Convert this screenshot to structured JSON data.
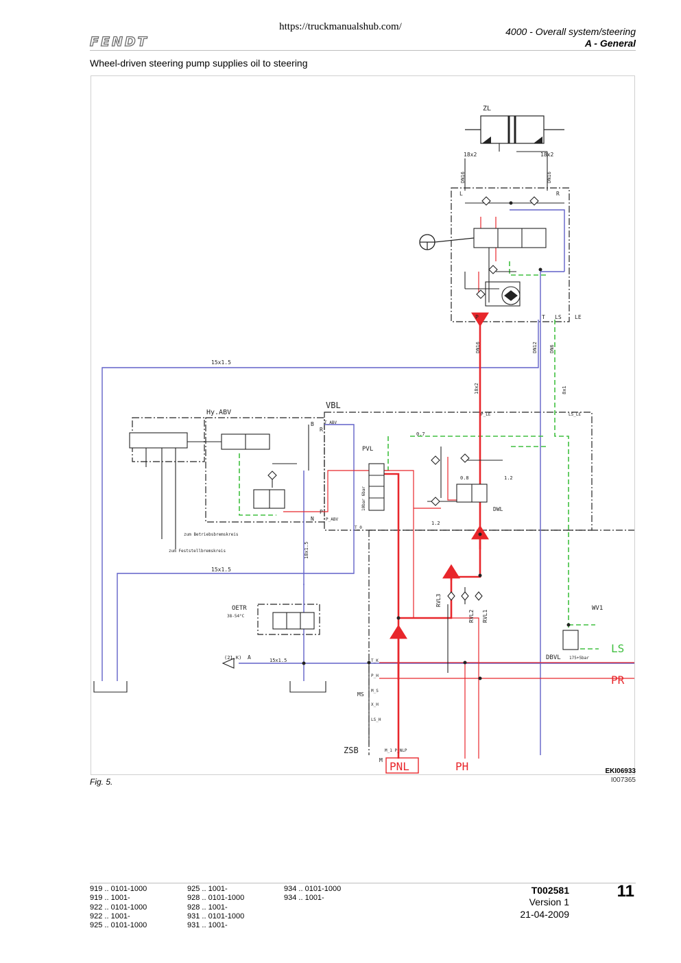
{
  "header": {
    "url": "https://truckmanualshub.com/",
    "brand": "FENDT",
    "section_line1": "4000 - Overall system/steering",
    "section_line2": "A - General"
  },
  "caption": "Wheel-driven steering pump supplies oil to steering",
  "figure": {
    "label": "Fig. 5.",
    "image_code_1": "EKI06933",
    "image_code_2": "I007365",
    "labels": {
      "zl": "ZL",
      "hose18x2_l": "18x2",
      "hose18x2_r": "18x2",
      "dn16_l": "DN16",
      "dn16_r": "DN16",
      "port_l": "L",
      "port_r": "R",
      "port_p": "P",
      "port_t": "T",
      "port_ls": "LS",
      "le": "LE",
      "dn16_p": "DN16",
      "dn12": "DN12",
      "dn6": "DN6",
      "line15x15_top": "15x1.5",
      "line18x2": "18x2",
      "line8x1": "8x1",
      "vbl": "VBL",
      "hyabv": "Hy.ABV",
      "b": "B",
      "r": "R",
      "tabv": "T_ABV",
      "ple": "P_LE",
      "lsle": "LS_LE",
      "n": "N",
      "p": "P",
      "pabv": "P_ABV",
      "pvl": "PVL",
      "bar10": "10bar 6bar",
      "o07": "0.7",
      "o08": "0.8",
      "o12a": "1.2",
      "o12b": "1.2",
      "dwl": "DWL",
      "to": "T_0",
      "betrieb": "zum Betriebsbremskreis",
      "feststell": "zum Feststellbremskreis",
      "line18x15": "18x1.5",
      "line15x15_mid": "15x1.5",
      "rvl3": "RVL3",
      "rvl2": "RVL2",
      "rvl1": "RVL1",
      "oetr": "OETR",
      "oetr_temp": "38-54°C",
      "wv1": "WV1",
      "ls": "LS",
      "dbvl": "DBVL",
      "dbvl_set": "175+5bar",
      "a21k": "(21,K)",
      "a": "A",
      "line15x15_bot": "15x1.5",
      "tk": "T_K",
      "ph_port": "P_H",
      "ms": "MS",
      "ms_port": "M_S",
      "xh": "X_H",
      "lsh": "LS_H",
      "zsb": "ZSB",
      "mnlp": "M_1 P_NLP",
      "m": "M",
      "pr": "PR",
      "pnl": "PNL",
      "ph": "PH"
    }
  },
  "footer": {
    "col1": [
      "919 .. 0101-1000",
      "919 .. 1001-",
      "922 .. 0101-1000",
      "922 .. 1001-",
      "925 .. 0101-1000"
    ],
    "col2": [
      "925 .. 1001-",
      "928 .. 0101-1000",
      "928 .. 1001-",
      "931 .. 0101-1000",
      "931 .. 1001-"
    ],
    "col3": [
      "934 .. 0101-1000",
      "934 .. 1001-"
    ],
    "doc_id": "T002581",
    "version": "Version 1",
    "date": "21-04-2009",
    "page": "11"
  },
  "colors": {
    "pressure": "#e8262b",
    "tank": "#6060c8",
    "pilot": "#3fbf3f",
    "line": "#222222"
  }
}
